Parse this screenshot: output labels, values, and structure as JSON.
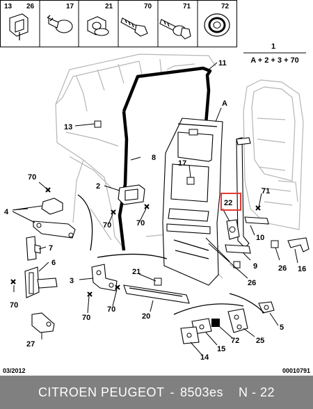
{
  "header_parts": [
    {
      "labels": [
        "13",
        "26"
      ],
      "icon": "push-clip-icon"
    },
    {
      "labels": [
        "17"
      ],
      "icon": "plastic-rivet-icon"
    },
    {
      "labels": [
        "21"
      ],
      "icon": "nut-icon"
    },
    {
      "labels": [
        "70"
      ],
      "icon": "screw-icon"
    },
    {
      "labels": [
        "71"
      ],
      "icon": "bolt-washer-icon"
    },
    {
      "labels": [
        "72"
      ],
      "icon": "grommet-icon"
    }
  ],
  "kit": {
    "number": "1",
    "formula": "A + 2 + 3 + 70"
  },
  "callouts": {
    "c11": "11",
    "cA": "A",
    "c13": "13",
    "c8": "8",
    "c17": "17",
    "c70a": "70",
    "c2": "2",
    "c4": "4",
    "c70b": "70",
    "c70c": "70",
    "c7": "7",
    "c6": "6",
    "c70d": "70",
    "c3": "3",
    "c70e": "70",
    "c70f": "70",
    "c27": "27",
    "c21": "21",
    "c20": "20",
    "c22": "22",
    "c71": "71",
    "c10": "10",
    "c9": "9",
    "c26": "26",
    "c16": "16",
    "c26b": "26",
    "c5": "5",
    "c72": "72",
    "c25": "25",
    "c15": "15",
    "c14": "14"
  },
  "highlight_color": "#e53935",
  "footer": {
    "date": "03/2012",
    "ref": "00010791"
  },
  "caption": {
    "brand": "CITROEN PEUGEOT",
    "code": "8503es",
    "page": "N - 22"
  }
}
